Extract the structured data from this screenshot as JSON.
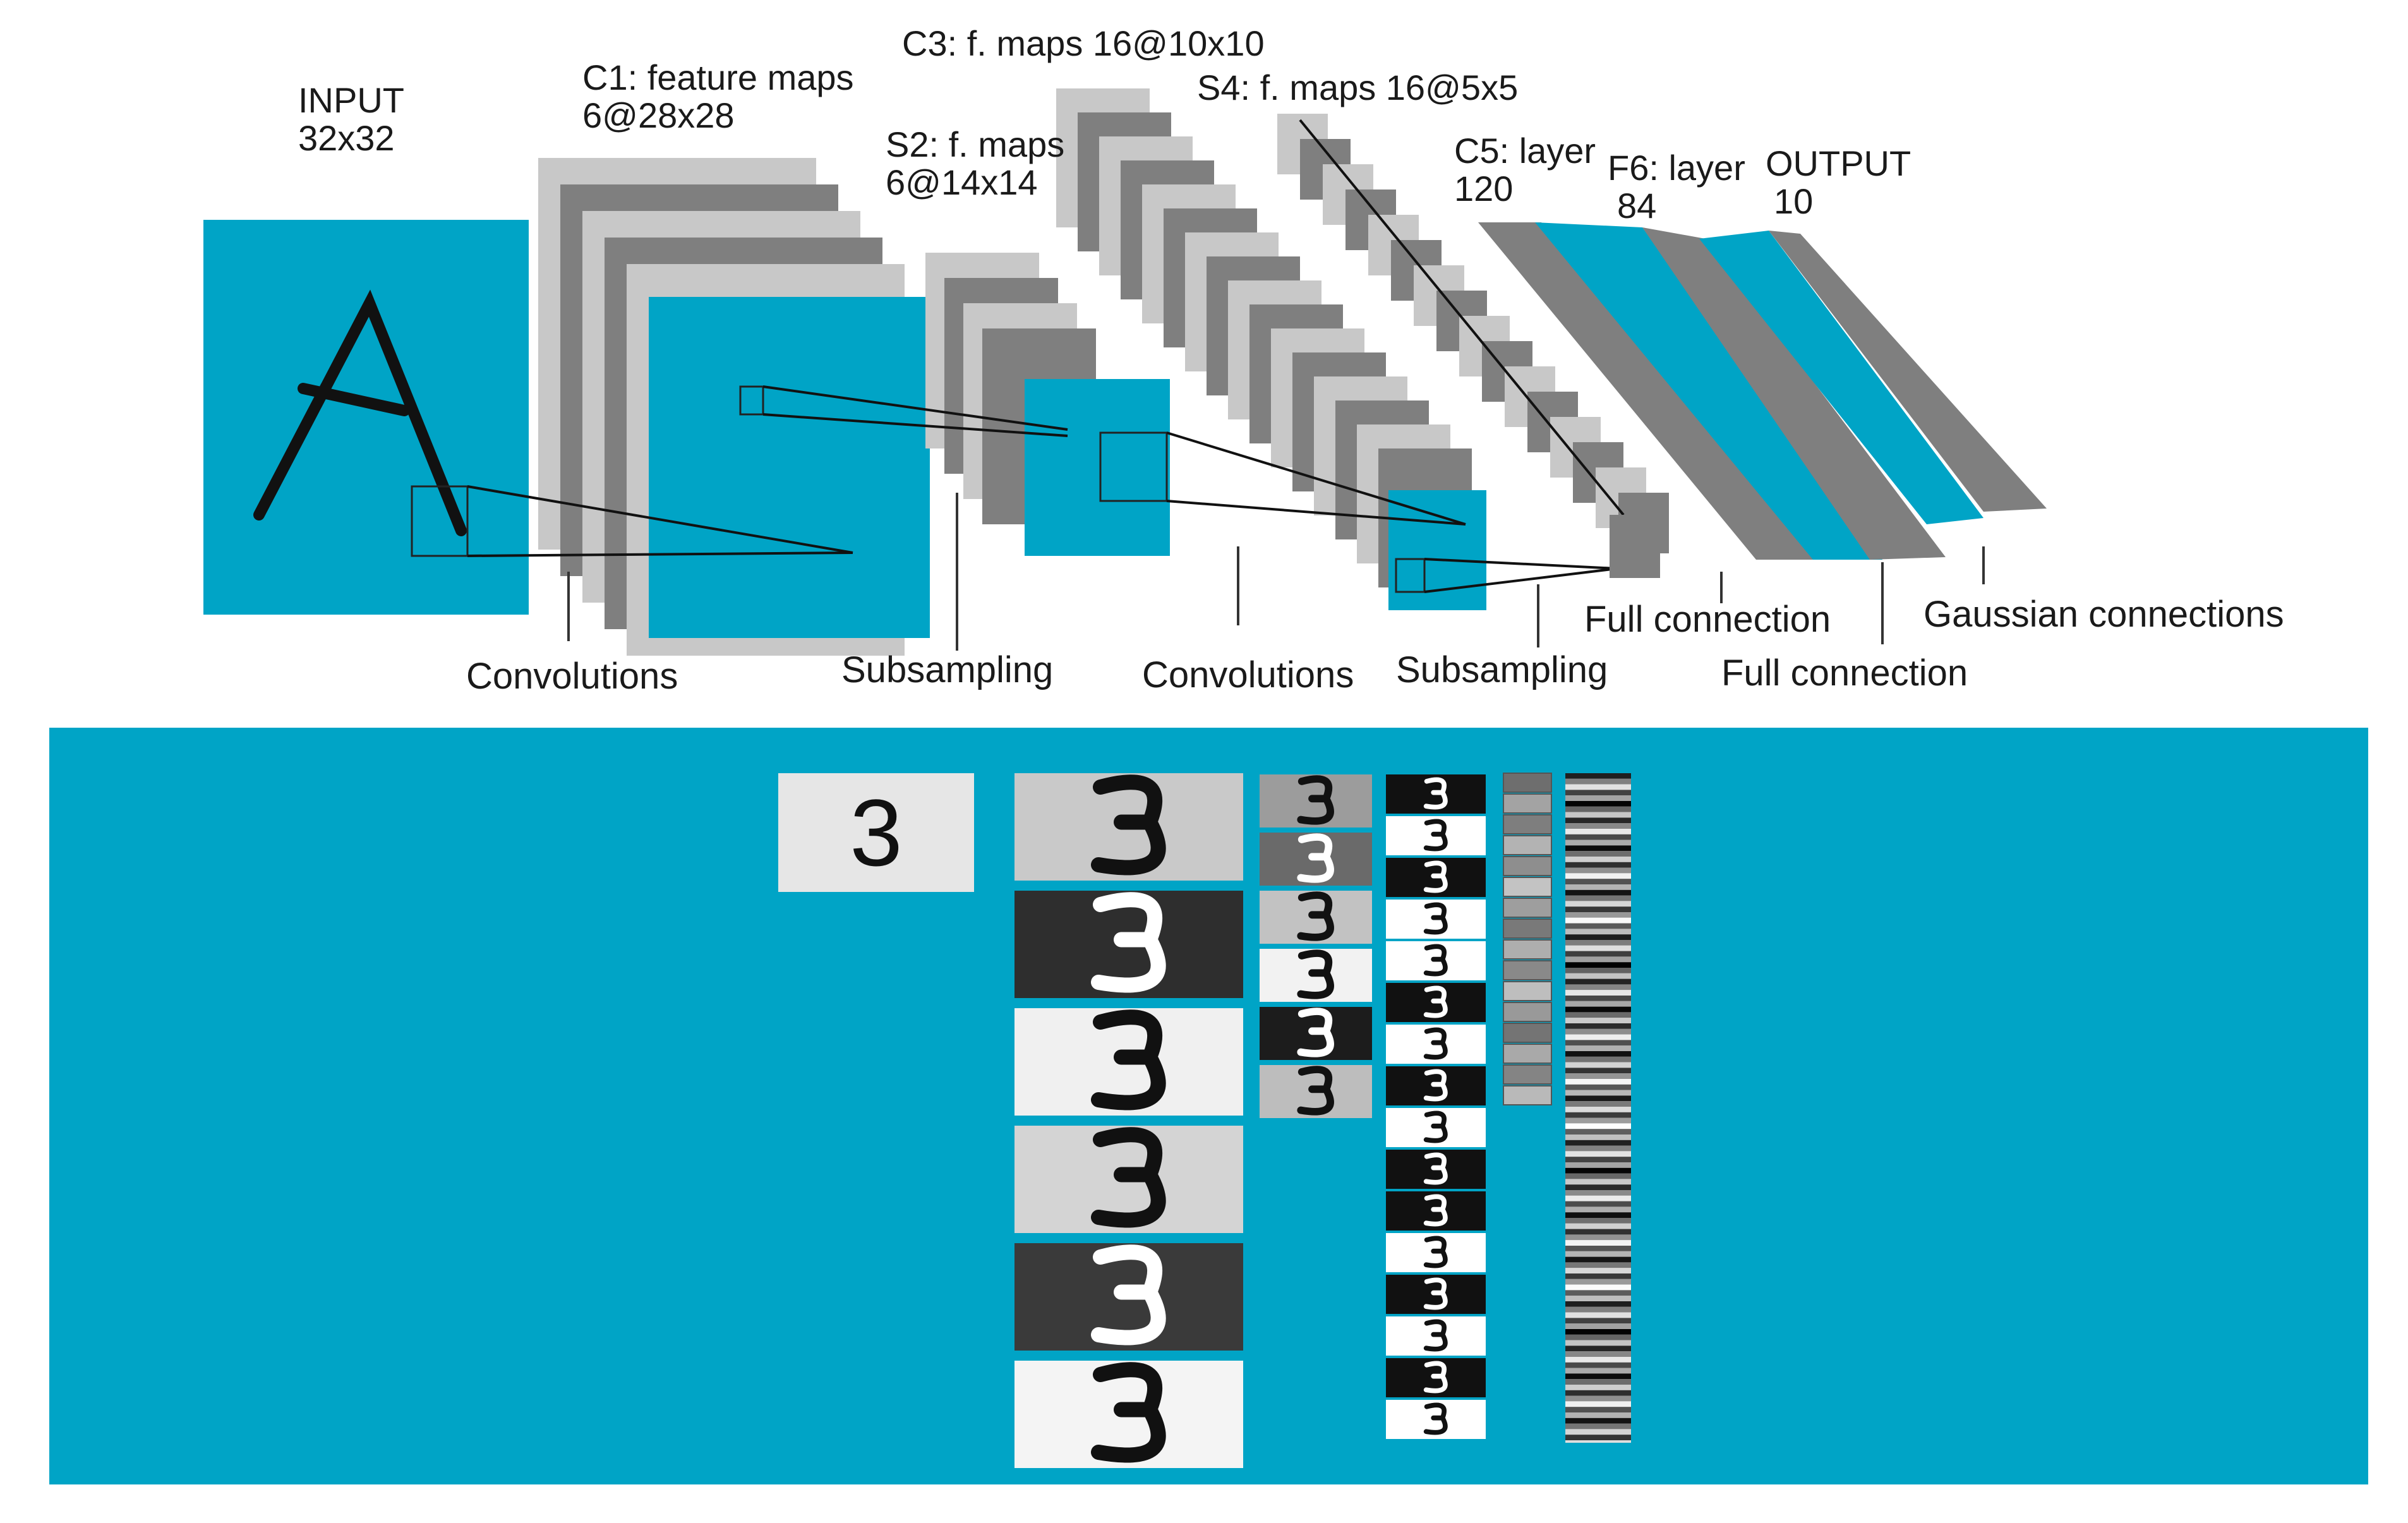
{
  "colors": {
    "accent": "#00a4c6",
    "gray_light": "#c8c8c8",
    "gray_dark": "#7f7f7f",
    "ink": "#111111"
  },
  "layers": {
    "input": {
      "name": "INPUT",
      "size": "32x32"
    },
    "c1": {
      "name": "C1: feature maps",
      "size": "6@28x28"
    },
    "s2": {
      "name": "S2: f. maps",
      "size": "6@14x14"
    },
    "c3": {
      "name": "C3: f. maps 16@10x10"
    },
    "s4": {
      "name": "S4: f. maps 16@5x5"
    },
    "c5": {
      "name": "C5: layer",
      "size": "120"
    },
    "f6": {
      "name": "F6: layer",
      "size": "84"
    },
    "output": {
      "name": "OUTPUT",
      "size": "10"
    }
  },
  "operations": {
    "conv1": "Convolutions",
    "sub1": "Subsampling",
    "conv2": "Convolutions",
    "sub2": "Subsampling",
    "full1": "Full connection",
    "full2": "Full connection",
    "gauss": "Gaussian connections"
  },
  "input_glyph": "A",
  "visualization": {
    "input_digit": "3",
    "c1_tones": [
      "#c9c9c9",
      "#2e2e2e",
      "#f0f0f0",
      "#d4d4d4",
      "#3a3a3a",
      "#f4f4f4"
    ],
    "s2_tones": [
      "#9c9c9c",
      "#6a6a6a",
      "#c2c2c2",
      "#f2f2f2",
      "#1c1c1c",
      "#bdbdbd"
    ],
    "c3_pattern": [
      1,
      0,
      1,
      0,
      0,
      1,
      0,
      1,
      0,
      1,
      1,
      0,
      1,
      0,
      1,
      0
    ]
  }
}
